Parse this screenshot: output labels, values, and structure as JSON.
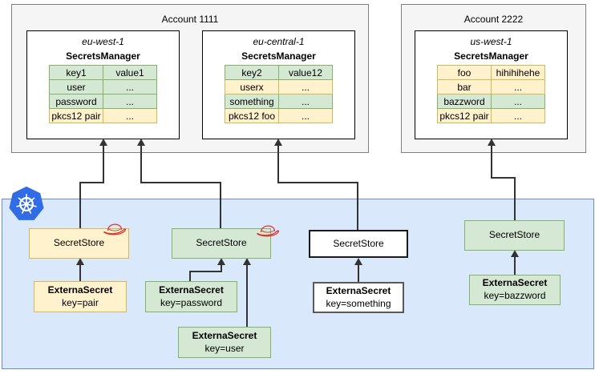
{
  "diagram": {
    "accounts": [
      {
        "title": "Account 1111",
        "regions": [
          {
            "name": "eu-west-1",
            "service": "SecretsManager",
            "rows": [
              {
                "key": "key1",
                "value": "value1",
                "color": "green"
              },
              {
                "key": "user",
                "value": "...",
                "color": "green"
              },
              {
                "key": "password",
                "value": "...",
                "color": "green"
              },
              {
                "key": "pkcs12 pair",
                "value": "...",
                "color": "yellow"
              }
            ]
          },
          {
            "name": "eu-central-1",
            "service": "SecretsManager",
            "rows": [
              {
                "key": "key2",
                "value": "value12",
                "color": "green"
              },
              {
                "key": "userx",
                "value": "...",
                "color": "yellow"
              },
              {
                "key": "something",
                "value": "...",
                "color": "green"
              },
              {
                "key": "pkcs12 foo",
                "value": "...",
                "color": "yellow"
              }
            ]
          }
        ]
      },
      {
        "title": "Account 2222",
        "regions": [
          {
            "name": "us-west-1",
            "service": "SecretsManager",
            "rows": [
              {
                "key": "foo",
                "value": "hihihihehe",
                "color": "yellow"
              },
              {
                "key": "bar",
                "value": "...",
                "color": "yellow"
              },
              {
                "key": "bazzword",
                "value": "...",
                "color": "green"
              },
              {
                "key": "pkcs12 pair",
                "value": "...",
                "color": "yellow"
              }
            ]
          }
        ]
      }
    ],
    "cluster": {
      "secret_stores": [
        {
          "label": "SecretStore",
          "color": "yellow",
          "helm_badge": true
        },
        {
          "label": "SecretStore",
          "color": "green",
          "helm_badge": true
        },
        {
          "label": "SecretStore",
          "color": "white",
          "helm_badge": false
        },
        {
          "label": "SecretStore",
          "color": "green",
          "helm_badge": false
        }
      ],
      "external_secrets": [
        {
          "title": "ExternaSecret",
          "key": "key=pair",
          "color": "yellow"
        },
        {
          "title": "ExternaSecret",
          "key": "key=password",
          "color": "green"
        },
        {
          "title": "ExternaSecret",
          "key": "key=user",
          "color": "green"
        },
        {
          "title": "ExternaSecret",
          "key": "key=something",
          "color": "white"
        },
        {
          "title": "ExternaSecret",
          "key": "key=bazzword",
          "color": "green"
        }
      ]
    },
    "icons": {
      "cluster_logo": "kubernetes-logo",
      "store_badge": "red-hat-icon"
    },
    "colors": {
      "green_fill": "#d5e8d4",
      "green_stroke": "#82b366",
      "yellow_fill": "#fff2cc",
      "yellow_stroke": "#d6b656",
      "blue_fill": "#dae8fc",
      "blue_stroke": "#6c8ebf",
      "gray_fill": "#f5f5f5",
      "gray_stroke": "#7f7f7f",
      "kubernetes_blue": "#326ce5",
      "redhat_red": "#d9342b",
      "connector": "#333333"
    }
  }
}
